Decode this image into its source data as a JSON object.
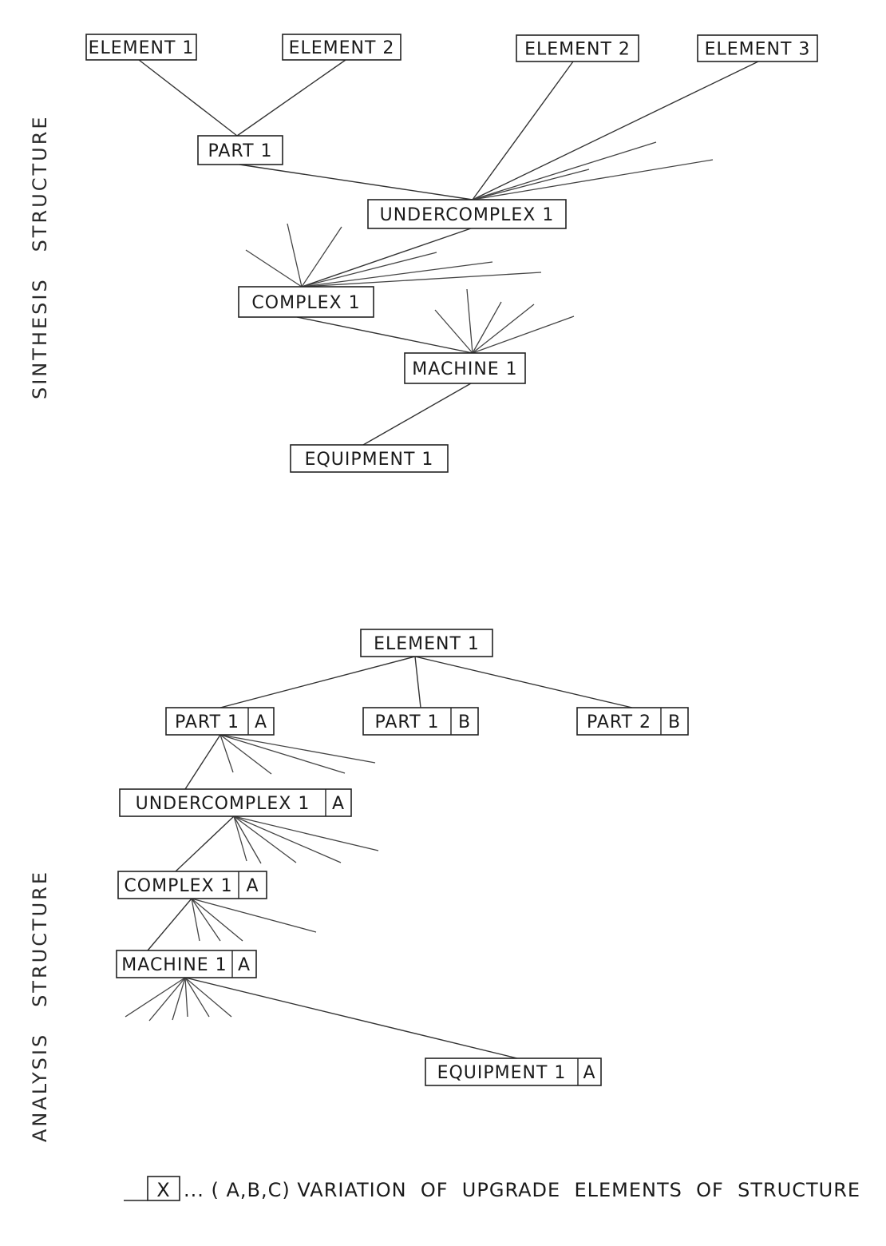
{
  "synthesis": {
    "label": "SINTHESIS   STRUCTURE",
    "nodes": [
      {
        "id": "s-element1a",
        "text": "ELEMENT 1"
      },
      {
        "id": "s-element2a",
        "text": "ELEMENT 2"
      },
      {
        "id": "s-element2b",
        "text": "ELEMENT 2"
      },
      {
        "id": "s-element3",
        "text": "ELEMENT 3"
      },
      {
        "id": "s-part1",
        "text": "PART 1"
      },
      {
        "id": "s-undercomplex1",
        "text": "UNDERCOMPLEX 1"
      },
      {
        "id": "s-complex1",
        "text": "COMPLEX 1"
      },
      {
        "id": "s-machine1",
        "text": "MACHINE 1"
      },
      {
        "id": "s-equipment1",
        "text": "EQUIPMENT 1"
      }
    ],
    "edges": [
      [
        "s-element1a",
        "s-part1"
      ],
      [
        "s-element2a",
        "s-part1"
      ],
      [
        "s-part1",
        "s-undercomplex1"
      ],
      [
        "s-element2b",
        "s-undercomplex1"
      ],
      [
        "s-element3",
        "s-undercomplex1"
      ],
      [
        "s-undercomplex1",
        "s-complex1"
      ],
      [
        "s-complex1",
        "s-machine1"
      ],
      [
        "s-machine1",
        "s-equipment1"
      ]
    ]
  },
  "analysis": {
    "label": "ANALYSIS   STRUCTURE",
    "nodes": [
      {
        "id": "a-element1",
        "text": "ELEMENT 1",
        "variant": ""
      },
      {
        "id": "a-part1a",
        "text": "PART 1",
        "variant": "A"
      },
      {
        "id": "a-part1b",
        "text": "PART 1",
        "variant": "B"
      },
      {
        "id": "a-part2b",
        "text": "PART 2",
        "variant": "B"
      },
      {
        "id": "a-undercomplex1a",
        "text": "UNDERCOMPLEX 1",
        "variant": "A"
      },
      {
        "id": "a-complex1a",
        "text": "COMPLEX 1",
        "variant": "A"
      },
      {
        "id": "a-machine1a",
        "text": "MACHINE 1",
        "variant": "A"
      },
      {
        "id": "a-equipment1a",
        "text": "EQUIPMENT 1",
        "variant": "A"
      }
    ],
    "edges": [
      [
        "a-element1",
        "a-part1a"
      ],
      [
        "a-element1",
        "a-part1b"
      ],
      [
        "a-element1",
        "a-part2b"
      ],
      [
        "a-part1a",
        "a-undercomplex1a"
      ],
      [
        "a-undercomplex1a",
        "a-complex1a"
      ],
      [
        "a-complex1a",
        "a-machine1a"
      ],
      [
        "a-machine1a",
        "a-equipment1a"
      ]
    ]
  },
  "legend": {
    "symbol": "X",
    "text": "... ( A,B,C) VARIATION  OF  UPGRADE  ELEMENTS  OF  STRUCTURE"
  }
}
